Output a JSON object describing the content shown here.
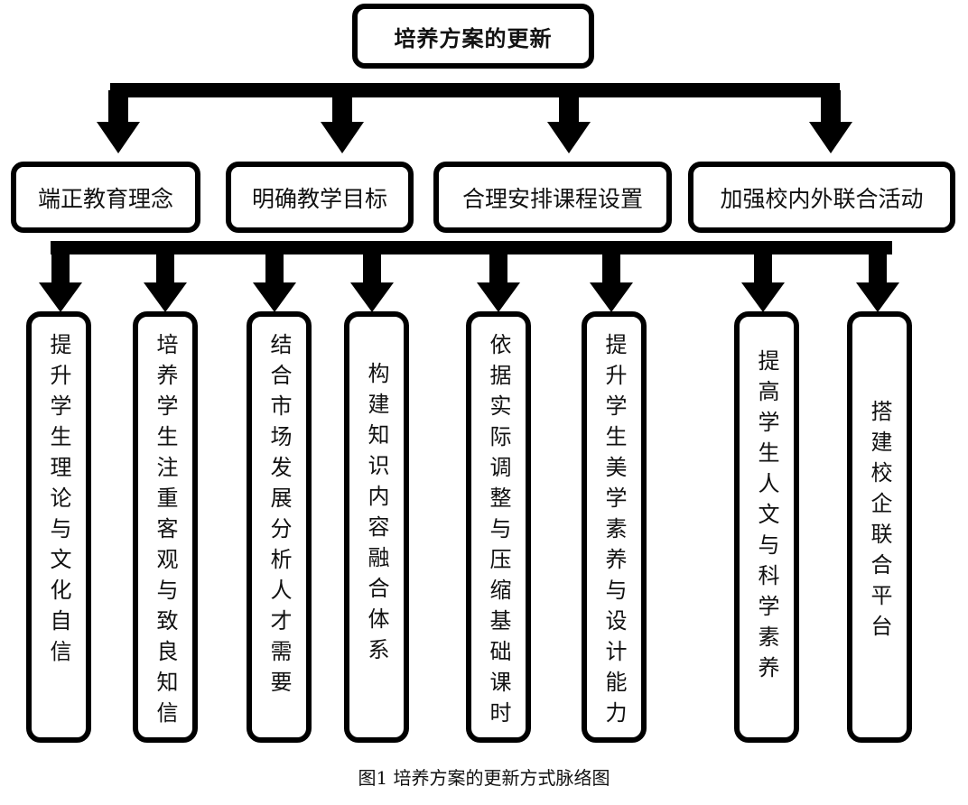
{
  "diagram": {
    "root": "培养方案的更新",
    "categories": [
      "端正教育理念",
      "明确教学目标",
      "合理安排课程设置",
      "加强校内外联合活动"
    ],
    "items": [
      "提升学生理论与文化自信",
      "培养学生注重客观与致良知信",
      "结合市场发展分析人才需要",
      "构建知识内容融合体系",
      "依据实际调整与压缩基础课时",
      "提升学生美学素养与设计能力",
      "提高学生人文与科学素养",
      "搭建校企联合平台"
    ],
    "caption": "图1 培养方案的更新方式脉络图",
    "colors": {
      "stroke": "#000000",
      "background": "#ffffff",
      "text": "#111111"
    }
  }
}
